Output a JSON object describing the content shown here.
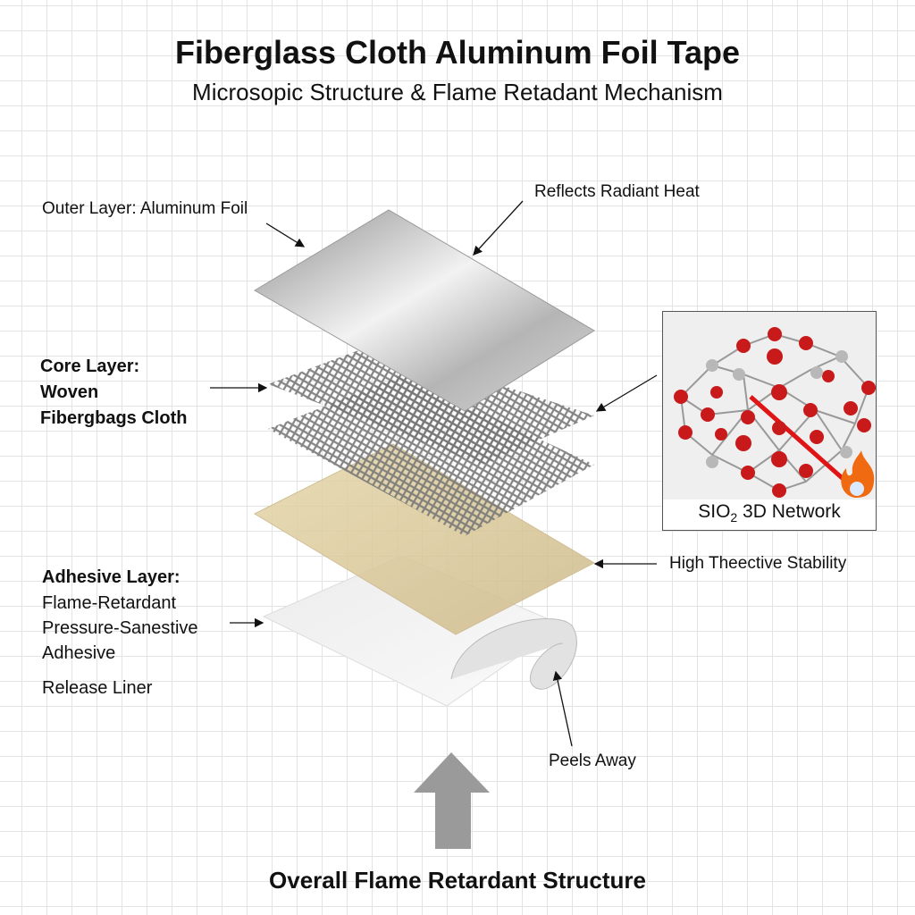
{
  "header": {
    "title": "Fiberglass Cloth Aluminum Foil Tape",
    "subtitle": "Microsopic Structure & Flame Retadant Mechanism"
  },
  "labels": {
    "outer_layer": "Outer Layer: Aluminum Foil",
    "reflects": "Reflects Radiant Heat",
    "core_line1": "Core Layer:",
    "core_line2": "Woven",
    "core_line3": "Fibergbags Cloth",
    "adhesive_title": "Adhesive Layer:",
    "adhesive_line1": "Flame-Retardant",
    "adhesive_line2": "Pressure-Sanestive",
    "adhesive_line3": "Adhesive",
    "release_liner": "Release Liner",
    "stability": "High Theective Stability",
    "peels": "Peels Away"
  },
  "inset": {
    "caption_main": "SIO",
    "caption_sub": "2",
    "caption_rest": " 3D Network",
    "icon": "fire-icon"
  },
  "footer": {
    "caption": "Overall Flame Retardant Structure"
  },
  "colors": {
    "foil": "#c8c8c8",
    "adhesive": "#d9c89a",
    "atom_oxygen": "#cc1d1d",
    "atom_silicon": "#b0b0b0",
    "arrow": "#9a9a9a"
  }
}
